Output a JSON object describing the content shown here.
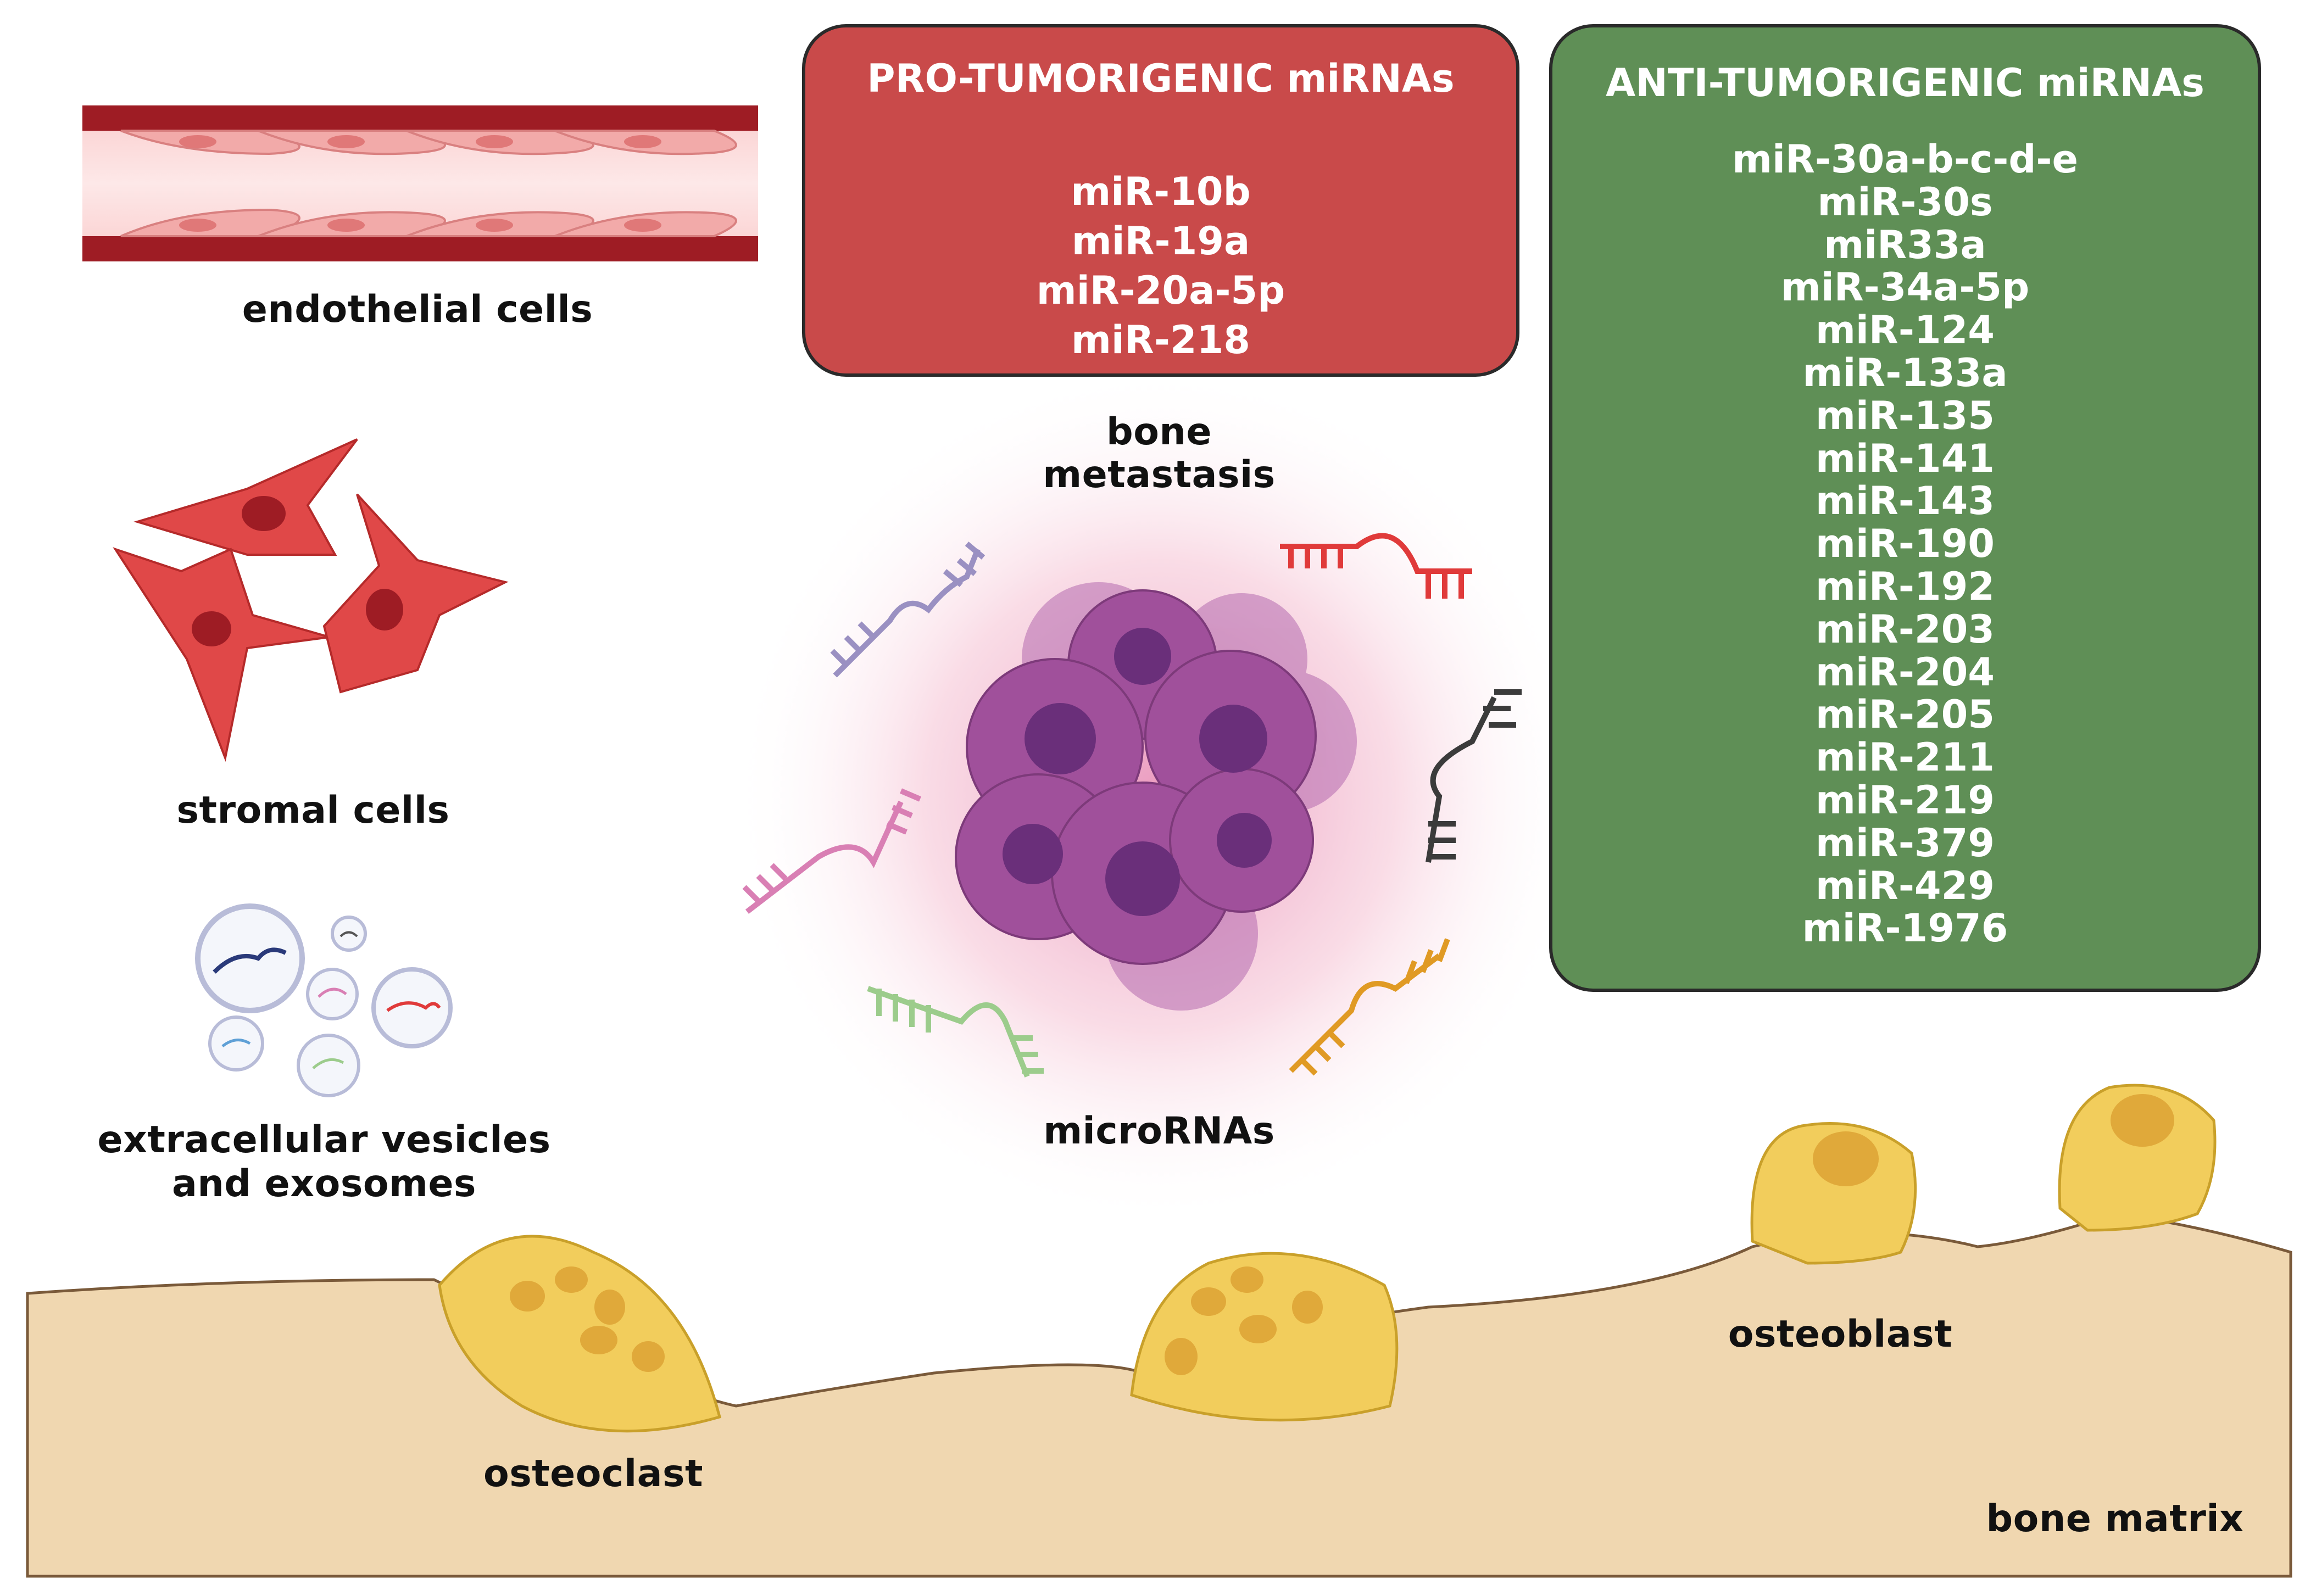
{
  "labels": {
    "endothelial": "endothelial cells",
    "stromal": "stromal cells",
    "vesicles_line1": "extracellular vesicles",
    "vesicles_line2": "and exosomes",
    "bone_metastasis_line1": "bone",
    "bone_metastasis_line2": "metastasis",
    "micrornas": "microRNAs",
    "osteoclast": "osteoclast",
    "osteoblast": "osteoblast",
    "bone_matrix": "bone matrix"
  },
  "pro_tumorigenic": {
    "title": "PRO-TUMORIGENIC miRNAs",
    "items": [
      "miR-10b",
      "miR-19a",
      "miR-20a-5p",
      "miR-218"
    ]
  },
  "anti_tumorigenic": {
    "title": "ANTI-TUMORIGENIC miRNAs",
    "items": [
      "miR-30a-b-c-d-e",
      "miR-30s",
      "miR33a",
      "miR-34a-5p",
      "miR-124",
      "miR-133a",
      "miR-135",
      "miR-141",
      "miR-143",
      "miR-190",
      "miR-192",
      "miR-203",
      "miR-204",
      "miR-205",
      "miR-211",
      "miR-219",
      "miR-379",
      "miR-429",
      "miR-1976"
    ]
  },
  "colors": {
    "pro_box": "#c94a4a",
    "anti_box": "#5f8f56",
    "vessel_wall": "#9e1c24",
    "endothelial_cell": "#f2aaa9",
    "stromal_cell": "#e04848",
    "tumor_cell": "#a0509b",
    "bone": "#f0d7b0",
    "bone_cells": "#f2cd5c",
    "mirna_purple": "#9a90c2",
    "mirna_red": "#e03a3a",
    "mirna_black": "#3b3b3b",
    "mirna_pink": "#d97fb4",
    "mirna_green": "#9ccc8c",
    "mirna_orange": "#e09a24"
  }
}
